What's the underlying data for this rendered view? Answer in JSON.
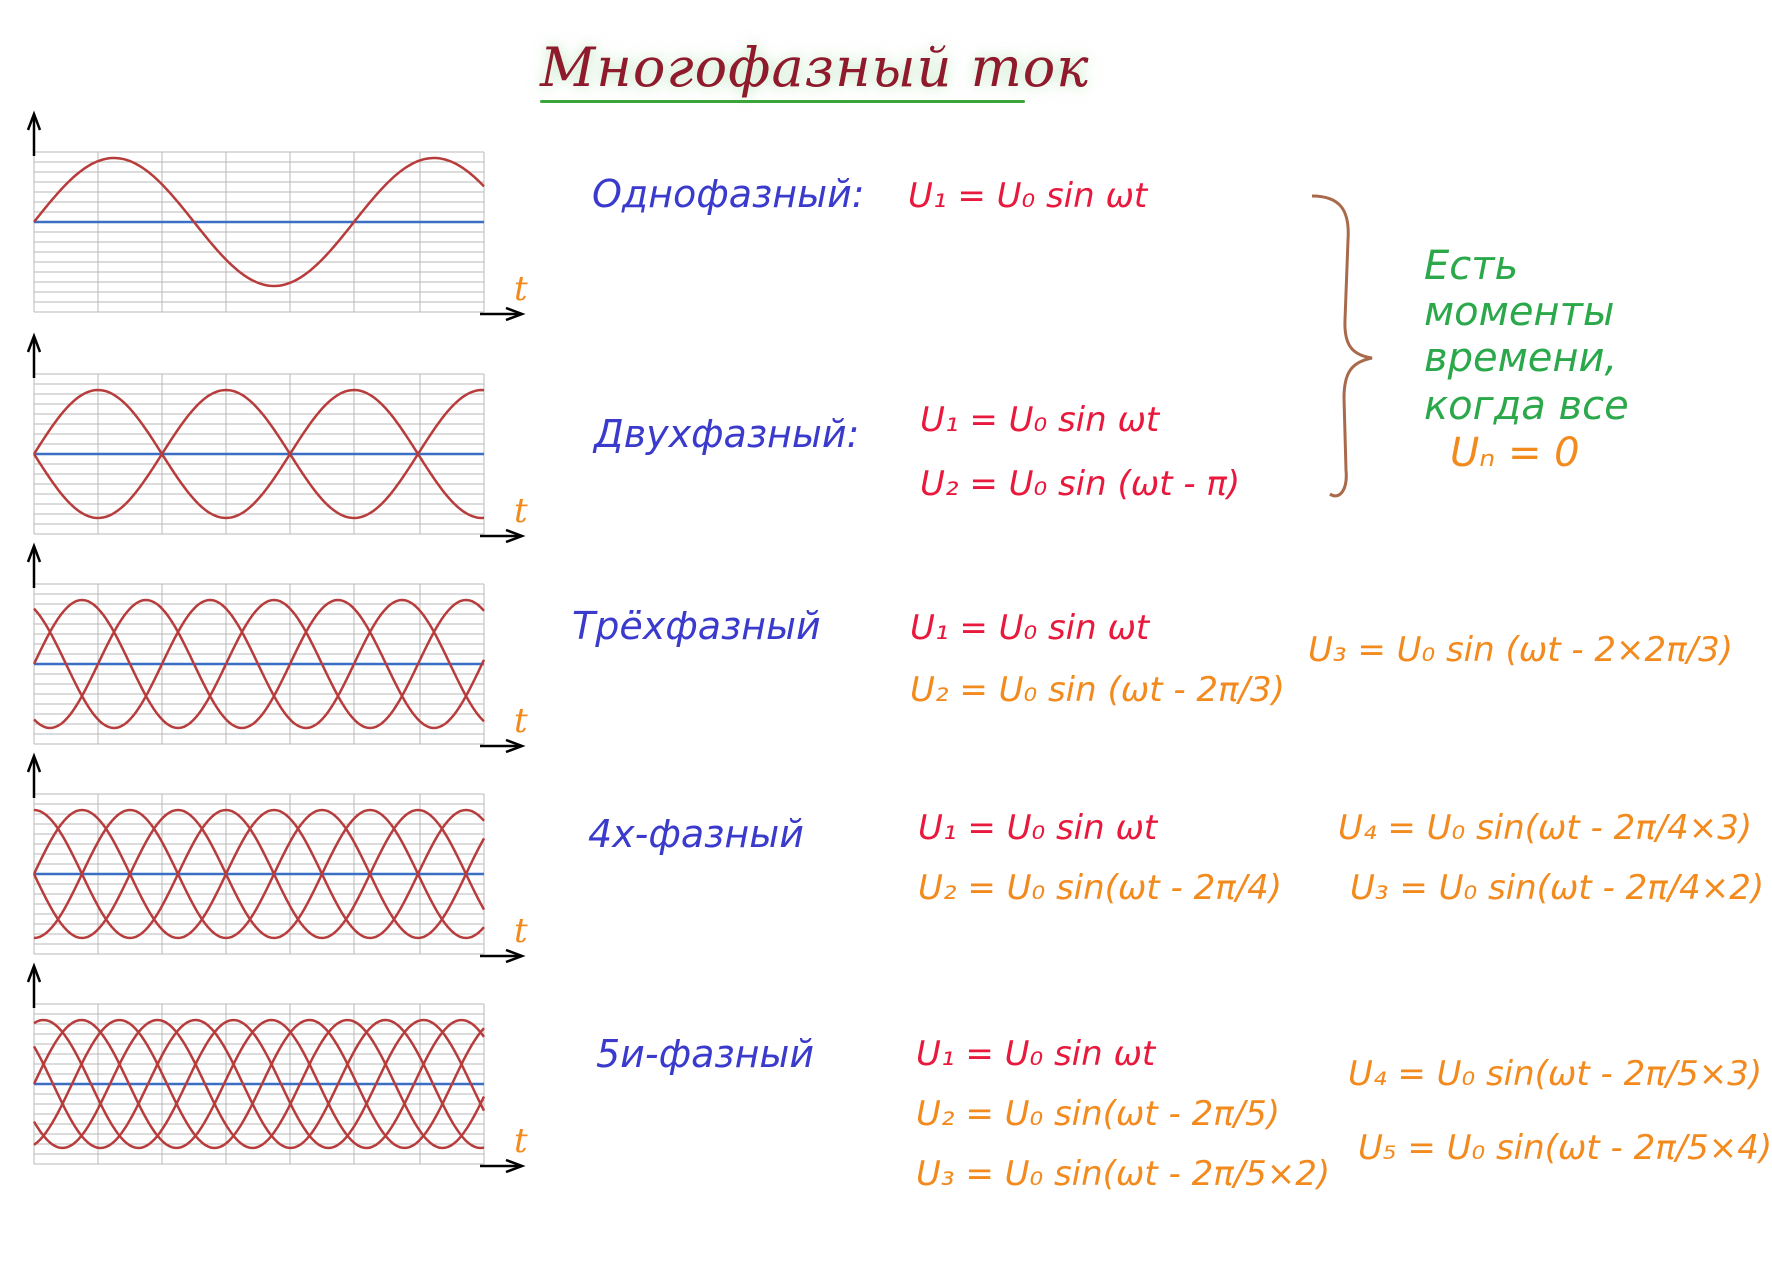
{
  "title": "Многофазный ток",
  "axis_label": "t",
  "panels": [
    {
      "label": "Однофазный:",
      "phases": 1,
      "equations": [
        {
          "text": "U₁ = U₀ sin ωt",
          "color": "red"
        }
      ]
    },
    {
      "label": "Двухфазный:",
      "phases": 2,
      "equations": [
        {
          "text": "U₁ = U₀ sin ωt",
          "color": "red"
        },
        {
          "text": "U₂ = U₀ sin (ωt - π)",
          "color": "red"
        }
      ]
    },
    {
      "label": "Трёхфазный",
      "phases": 3,
      "equations": [
        {
          "text": "U₁ = U₀ sin ωt",
          "color": "red"
        },
        {
          "text": "U₂ = U₀ sin (ωt - 2π/3)",
          "color": "orange"
        },
        {
          "text": "U₃ = U₀ sin (ωt - 2×2π/3)",
          "color": "orange"
        }
      ]
    },
    {
      "label": "4х-фазный",
      "phases": 4,
      "equations": [
        {
          "text": "U₁ = U₀ sin ωt",
          "color": "red"
        },
        {
          "text": "U₂ = U₀ sin(ωt - 2π/4)",
          "color": "orange"
        },
        {
          "text": "U₄ = U₀ sin(ωt - 2π/4×3)",
          "color": "orange"
        },
        {
          "text": "U₃ = U₀ sin(ωt - 2π/4×2)",
          "color": "orange"
        }
      ]
    },
    {
      "label": "5и-фазный",
      "phases": 5,
      "equations": [
        {
          "text": "U₁ = U₀ sin ωt",
          "color": "red"
        },
        {
          "text": "U₂ = U₀ sin(ωt - 2π/5)",
          "color": "orange"
        },
        {
          "text": "U₃ = U₀ sin(ωt - 2π/5×2)",
          "color": "orange"
        },
        {
          "text": "U₄ = U₀ sin(ωt - 2π/5×3)",
          "color": "orange"
        },
        {
          "text": "U₅ = U₀ sin(ωt - 2π/5×4)",
          "color": "orange"
        }
      ]
    }
  ],
  "note": {
    "line1": "Есть",
    "line2": "моменты",
    "line3": "времени,",
    "line4": "когда все",
    "equation": "Uₙ = 0"
  },
  "colors": {
    "title": "#8e1a2c",
    "label": "#3a3acc",
    "eq_red": "#e8193c",
    "eq_orange": "#f28a1e",
    "note": "#2aa84a",
    "wave": "#b83c3c",
    "zero_line": "#3b6fc4",
    "grid": "#b8b8b8",
    "brace": "#a86a4a"
  }
}
